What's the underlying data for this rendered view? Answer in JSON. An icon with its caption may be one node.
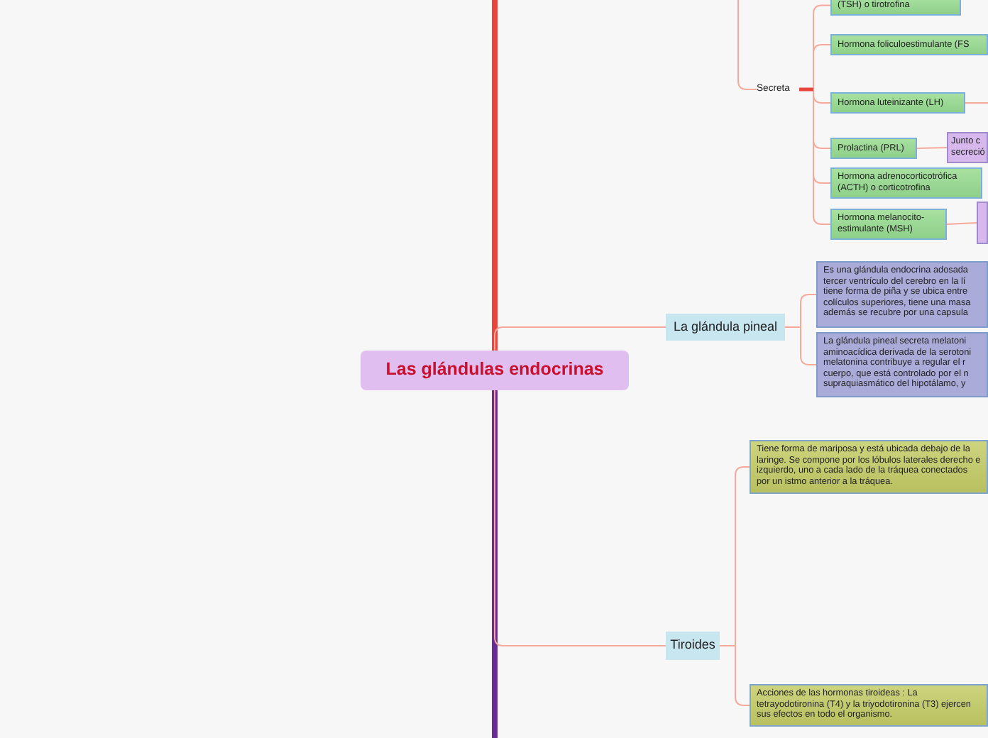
{
  "diagram": {
    "nodes": [
      {
        "text": [
          "Las glándulas endocrinas"
        ]
      },
      {
        "text": [
          "Secreta"
        ]
      },
      {
        "text": [
          "(TSH) o tirotrofina"
        ]
      },
      {
        "text": [
          "Hormona foliculoestimulante (FS"
        ]
      },
      {
        "text": [
          "Hormona luteinizante (LH)"
        ]
      },
      {
        "text": [
          "Prolactina (PRL)"
        ]
      },
      {
        "text": [
          "Junto c secreció"
        ]
      },
      {
        "text": [
          "Hormona adrenocorticotrófica (ACTH) o corticotrofina"
        ]
      },
      {
        "text": [
          "Hormona melanocito-estimulante (MSH)"
        ]
      },
      {
        "text": [],
        "shape": "box"
      },
      {
        "text": [
          "La glándula pineal"
        ]
      },
      {
        "text": [
          "Es una glándula endocrina adosada tercer ventrículo del cerebro en la lí tiene forma de piña y se ubica entre colículos superiores, tiene una masa además se recubre por una capsula"
        ]
      },
      {
        "text": [
          "La glándula pineal secreta melatoni aminoacídica derivada de la serotoni melatonina contribuye a regular el r cuerpo, que está controlado por el n supraquiasmático del hipotálamo, y"
        ]
      },
      {
        "text": [
          "Tiroides"
        ]
      },
      {
        "text": [
          "Tiene forma de mariposa y está ubicada debajo de la laringe. Se compone por los lóbulos laterales derecho e izquierdo, uno a cada lado de la tráquea conectados por un istmo anterior a la tráquea."
        ]
      },
      {
        "text": [
          "Acciones de las hormonas tiroideas : La tetrayodotironina (T4) y la triyodotironina (T3) ejercen sus efectos en todo el organismo."
        ]
      }
    ],
    "edges": [
      {
        "from": 0,
        "to": null,
        "arrow": "none",
        "style": "thick",
        "color": "#e8463c"
      },
      {
        "from": 0,
        "to": null,
        "arrow": "none",
        "style": "thick",
        "color": "#6a2c91"
      },
      {
        "from": 0,
        "to": 10,
        "arrow": "none"
      },
      {
        "from": 0,
        "to": 13,
        "arrow": "none"
      },
      {
        "from": null,
        "to": 1,
        "arrow": "none"
      },
      {
        "from": 1,
        "to": 2,
        "arrow": "none"
      },
      {
        "from": 1,
        "to": 3,
        "arrow": "none"
      },
      {
        "from": 1,
        "to": 4,
        "arrow": "none"
      },
      {
        "from": 1,
        "to": 5,
        "arrow": "none"
      },
      {
        "from": 1,
        "to": 7,
        "arrow": "none"
      },
      {
        "from": 1,
        "to": 8,
        "arrow": "none"
      },
      {
        "from": 4,
        "to": null,
        "arrow": "none"
      },
      {
        "from": 5,
        "to": 6,
        "arrow": "none"
      },
      {
        "from": 8,
        "to": 9,
        "arrow": "none"
      },
      {
        "from": 10,
        "to": 11,
        "arrow": "none"
      },
      {
        "from": 10,
        "to": 12,
        "arrow": "none"
      },
      {
        "from": 13,
        "to": 14,
        "arrow": "none"
      },
      {
        "from": 13,
        "to": 15,
        "arrow": "none"
      }
    ]
  }
}
